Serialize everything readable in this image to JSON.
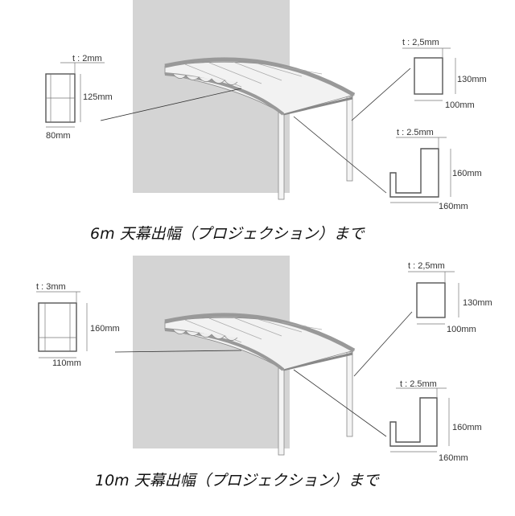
{
  "panels": [
    {
      "caption": "6m 天幕出幅（プロジェクション）まで",
      "left_profile": {
        "thickness": "t : 2mm",
        "height": "125mm",
        "width": "80mm"
      },
      "top_right_profile": {
        "thickness": "t : 2,5mm",
        "height": "130mm",
        "width": "100mm"
      },
      "bottom_right_profile": {
        "thickness": "t : 2.5mm",
        "height": "160mm",
        "width": "160mm"
      }
    },
    {
      "caption": "10m 天幕出幅（プロジェクション）まで",
      "left_profile": {
        "thickness": "t : 3mm",
        "height": "160mm",
        "width": "110mm"
      },
      "top_right_profile": {
        "thickness": "t : 2,5mm",
        "height": "130mm",
        "width": "100mm"
      },
      "bottom_right_profile": {
        "thickness": "t : 2.5mm",
        "height": "160mm",
        "width": "160mm"
      }
    }
  ]
}
